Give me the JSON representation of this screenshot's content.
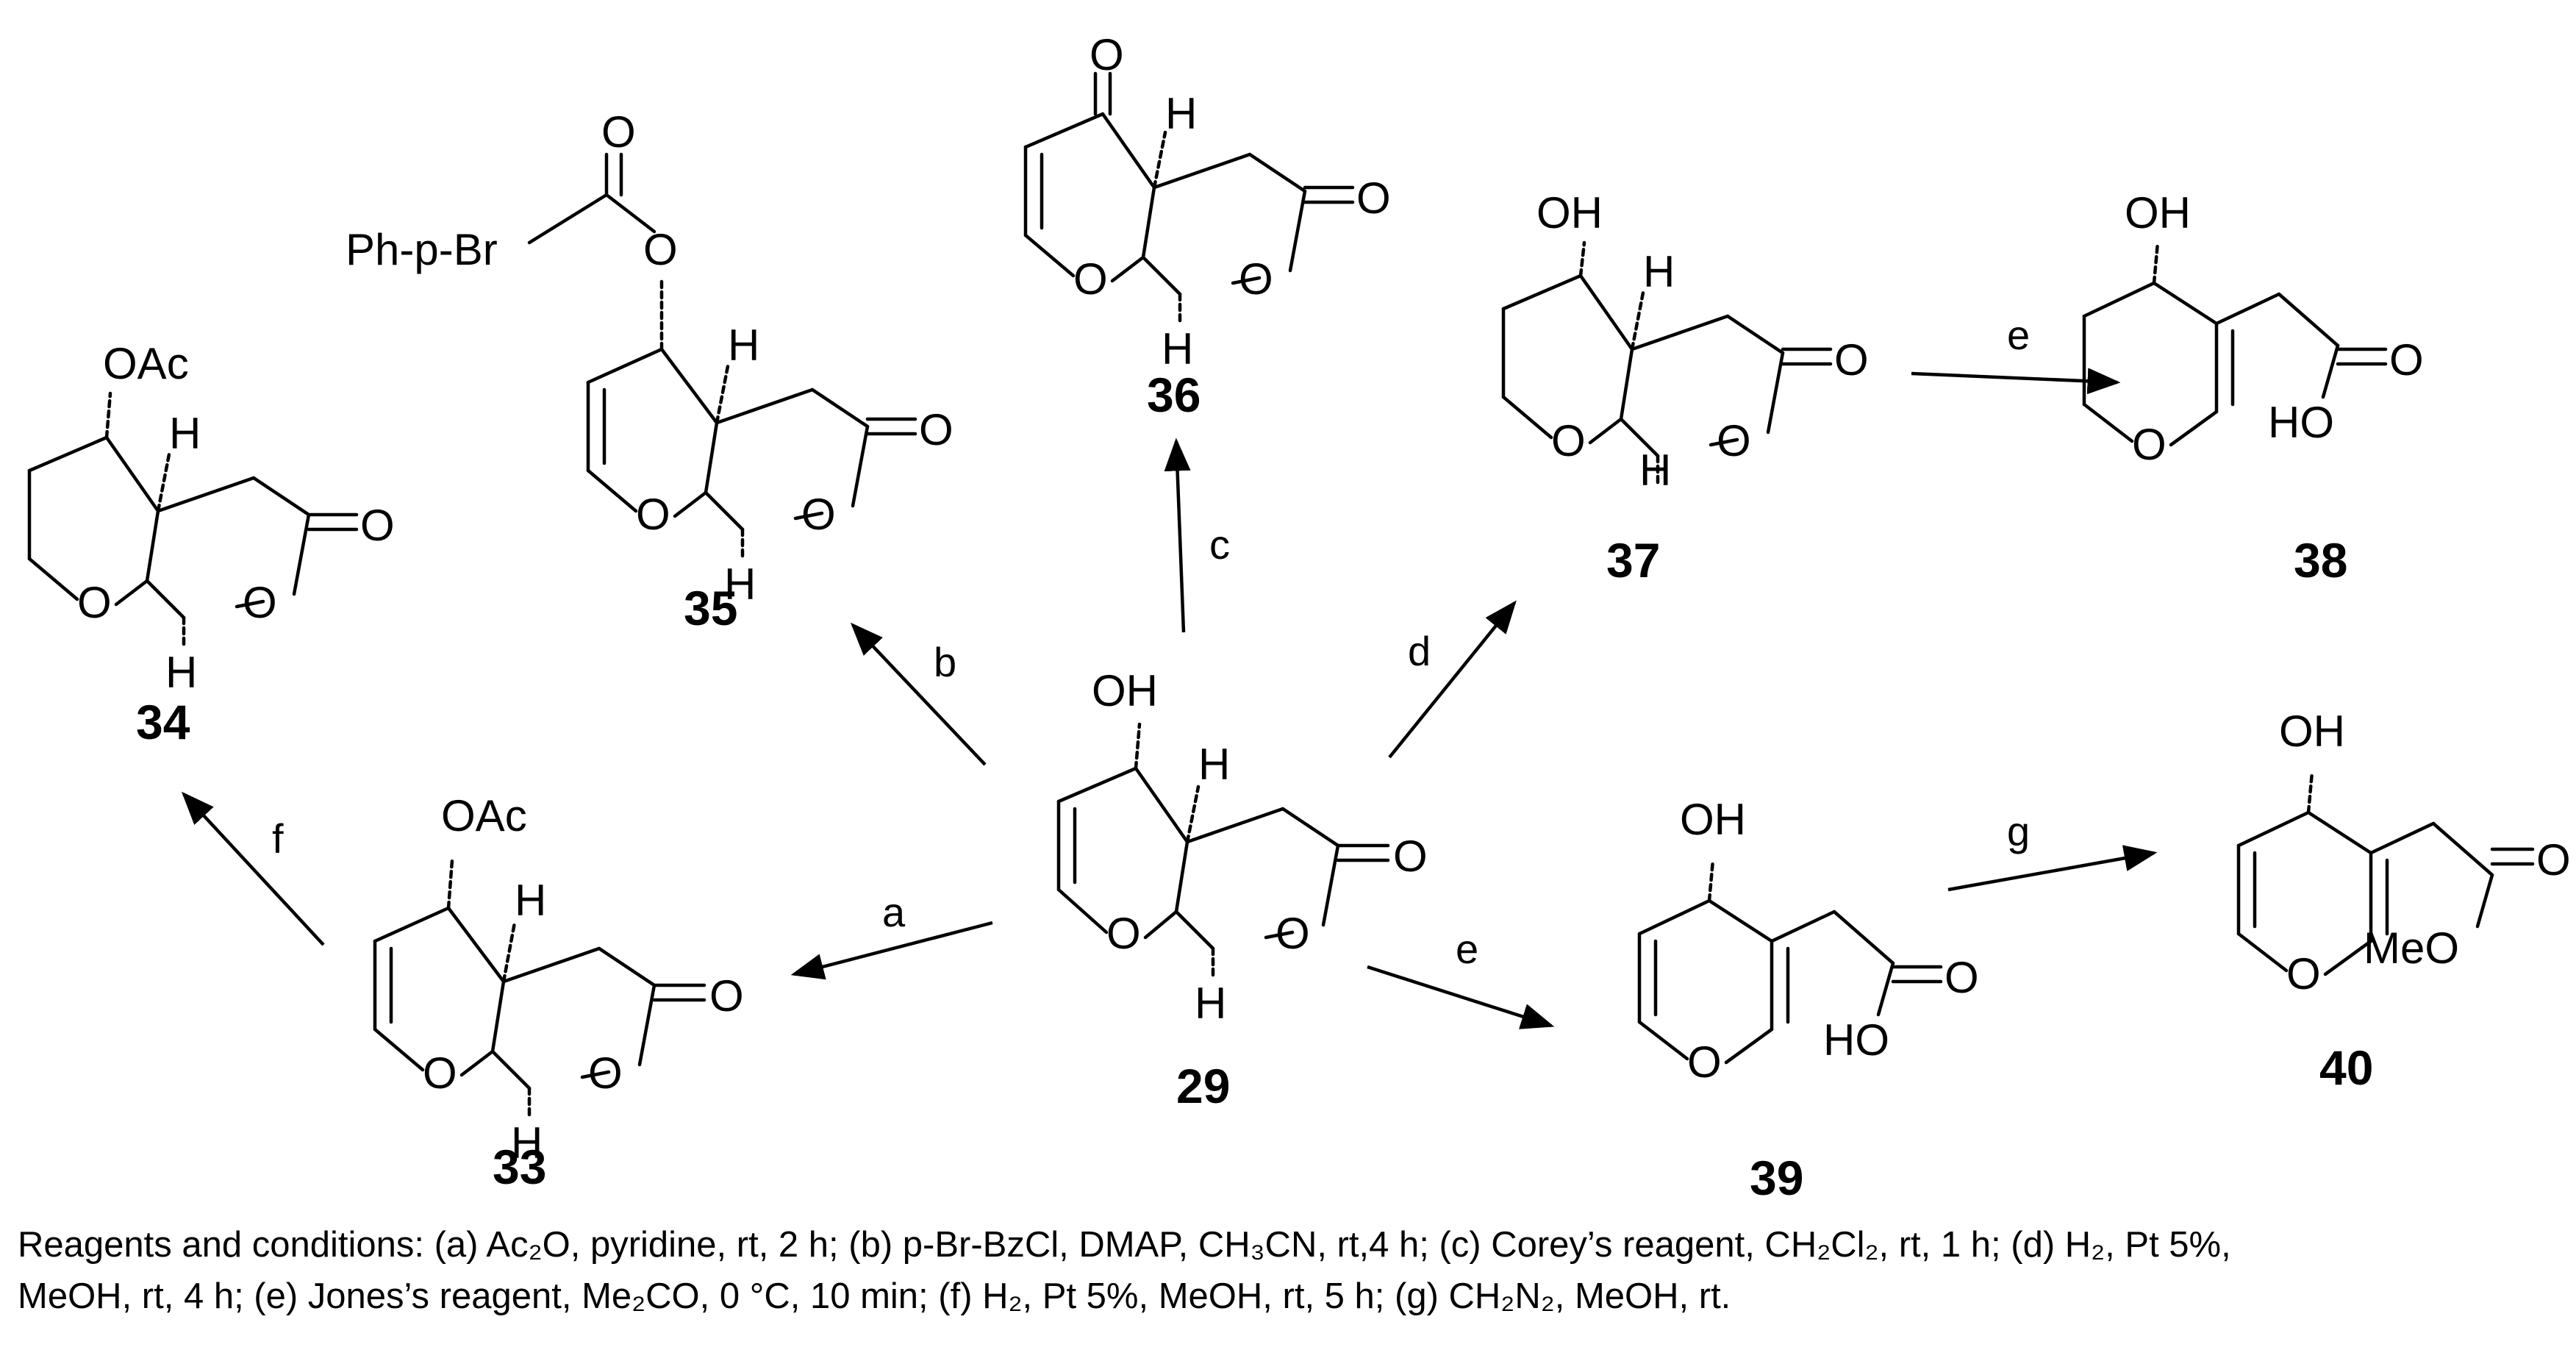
{
  "atoms": {
    "O": "O",
    "H": "H",
    "OH": "OH",
    "HO": "HO",
    "OAc": "OAc",
    "MeO": "MeO",
    "pbr": "Ph-p-Br"
  },
  "compounds": {
    "c29": "29",
    "c33": "33",
    "c34": "34",
    "c35": "35",
    "c36": "36",
    "c37": "37",
    "c38": "38",
    "c39": "39",
    "c40": "40"
  },
  "reactions": {
    "a": "a",
    "b": "b",
    "c": "c",
    "d": "d",
    "e": "e",
    "f": "f",
    "g": "g"
  },
  "caption": {
    "line1": "Reagents and conditions: (a) Ac₂O, pyridine, rt, 2 h; (b)  p-Br-BzCl, DMAP, CH₃CN, rt,4 h; (c) Corey’s reagent, CH₂Cl₂, rt, 1 h; (d) H₂, Pt 5%,",
    "line2": "MeOH, rt, 4 h; (e) Jones’s reagent, Me₂CO, 0 °C, 10 min; (f) H₂, Pt 5%, MeOH, rt, 5 h; (g) CH₂N₂, MeOH, rt."
  }
}
